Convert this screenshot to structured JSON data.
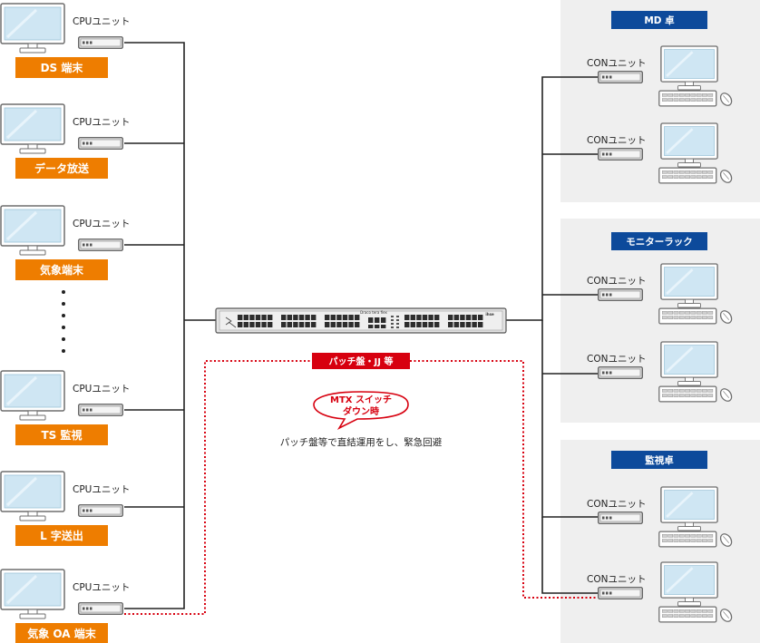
{
  "left_stations": [
    {
      "label": "DS 端末",
      "unit_label": "CPUユニット"
    },
    {
      "label": "データ放送",
      "unit_label": "CPUユニット"
    },
    {
      "label": "気象端末",
      "unit_label": "CPUユニット"
    },
    {
      "label": "TS 監視",
      "unit_label": "CPUユニット"
    },
    {
      "label": "L 字送出",
      "unit_label": "CPUユニット"
    },
    {
      "label": "気象 OA 端末",
      "unit_label": "CPUユニット"
    }
  ],
  "right_groups": [
    {
      "title": "MD 卓",
      "units": [
        "CONユニット",
        "CONユニット"
      ]
    },
    {
      "title": "モニターラック",
      "units": [
        "CONユニット",
        "CONユニット"
      ]
    },
    {
      "title": "監視卓",
      "units": [
        "CONユニット",
        "CONユニット"
      ]
    }
  ],
  "switch": {
    "brand": "Draco tera flex",
    "logo": "ihse"
  },
  "bypass": {
    "label": "パッチ盤・JJ 等",
    "bubble_line1": "MTX スイッチ",
    "bubble_line2": "ダウン時",
    "note": "パッチ盤等で直結運用をし、緊急回避"
  },
  "colors": {
    "orange": "#ee7d00",
    "blue": "#0d4a9b",
    "red": "#d7000f",
    "group_bg": "#efefef",
    "line": "#222222"
  }
}
